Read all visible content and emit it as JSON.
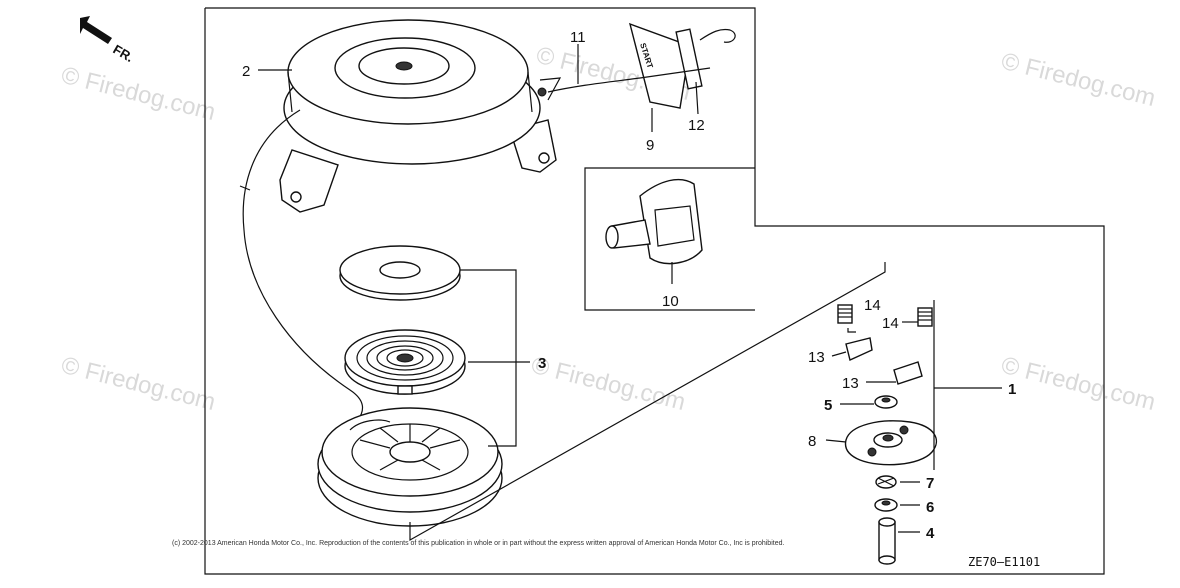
{
  "orientation": {
    "label": "FR."
  },
  "start_grip_text": "START",
  "callouts": {
    "p1": "1",
    "p2": "2",
    "p3": "3",
    "p4": "4",
    "p5": "5",
    "p6": "6",
    "p7": "7",
    "p8": "8",
    "p9": "9",
    "p10": "10",
    "p11": "11",
    "p12": "12",
    "p13a": "13",
    "p13b": "13",
    "p14a": "14",
    "p14b": "14"
  },
  "watermark": {
    "text": "© Firedog.com"
  },
  "footer": {
    "copyright": "(c) 2002-2013 American Honda Motor Co., Inc. Reproduction of the contents of this publication in whole or in part without the express written approval of American Honda Motor Co., Inc is prohibited.",
    "diagram_code": "ZE70–E1101"
  },
  "colors": {
    "line": "#111111",
    "watermark": "#d9d9d9",
    "background": "#ffffff"
  }
}
